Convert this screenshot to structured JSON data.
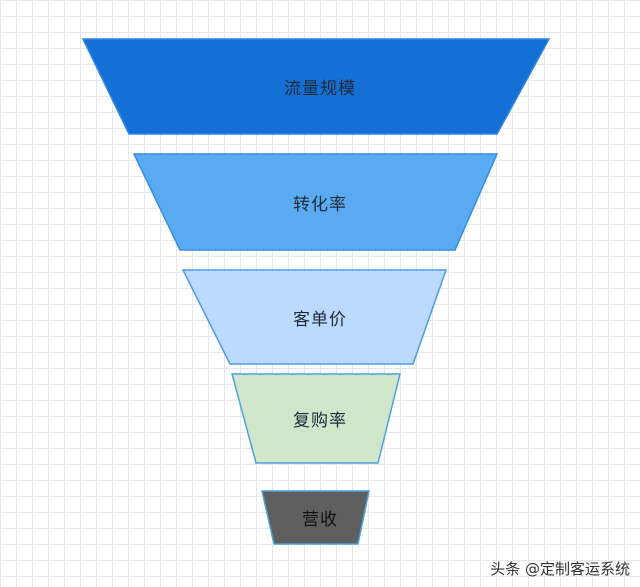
{
  "funnel": {
    "stages": [
      {
        "label": "流量规模",
        "fill": "#1570d6",
        "stroke": "#2a86e8",
        "text_color": "#1e2a38"
      },
      {
        "label": "转化率",
        "fill": "#5aabf2",
        "stroke": "#2f8ee6",
        "text_color": "#1e2a38"
      },
      {
        "label": "客单价",
        "fill": "#bcdafd",
        "stroke": "#4a9be8",
        "text_color": "#1e2a38"
      },
      {
        "label": "复购率",
        "fill": "#cfe6cb",
        "stroke": "#4aa3dc",
        "text_color": "#1e2a38"
      },
      {
        "label": "营收",
        "fill": "#5f5f5f",
        "stroke": "#4aa3dc",
        "text_color": "#111111"
      }
    ]
  },
  "watermark": {
    "text": "头条 @定制客运系统"
  }
}
